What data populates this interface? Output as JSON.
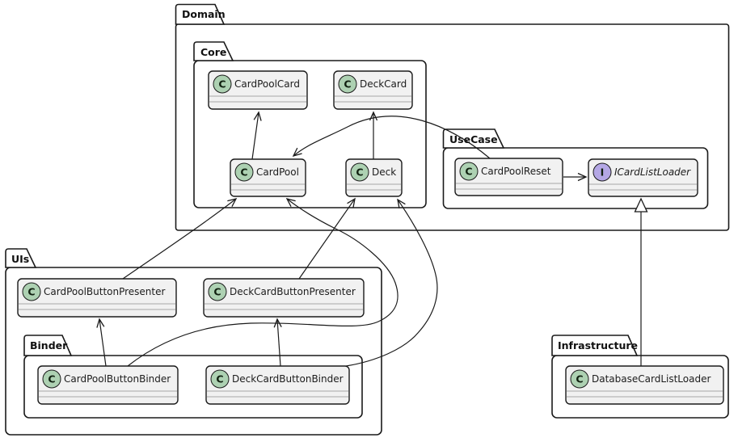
{
  "diagram": {
    "type": "uml-class-diagram",
    "packages": {
      "domain": {
        "label": "Domain"
      },
      "core": {
        "label": "Core"
      },
      "usecase": {
        "label": "UseCase"
      },
      "uis": {
        "label": "UIs"
      },
      "binder": {
        "label": "Binder"
      },
      "infrastructure": {
        "label": "Infrastructure"
      }
    },
    "classes": {
      "cardPoolCard": {
        "label": "CardPoolCard",
        "kind": "class",
        "letter": "C",
        "package": "Domain/Core"
      },
      "deckCard": {
        "label": "DeckCard",
        "kind": "class",
        "letter": "C",
        "package": "Domain/Core"
      },
      "cardPool": {
        "label": "CardPool",
        "kind": "class",
        "letter": "C",
        "package": "Domain/Core"
      },
      "deck": {
        "label": "Deck",
        "kind": "class",
        "letter": "C",
        "package": "Domain/Core"
      },
      "cardPoolReset": {
        "label": "CardPoolReset",
        "kind": "class",
        "letter": "C",
        "package": "Domain/UseCase"
      },
      "iCardListLoader": {
        "label": "ICardListLoader",
        "kind": "interface",
        "letter": "I",
        "package": "Domain/UseCase"
      },
      "cardPoolButtonPresenter": {
        "label": "CardPoolButtonPresenter",
        "kind": "class",
        "letter": "C",
        "package": "UIs"
      },
      "deckCardButtonPresenter": {
        "label": "DeckCardButtonPresenter",
        "kind": "class",
        "letter": "C",
        "package": "UIs"
      },
      "cardPoolButtonBinder": {
        "label": "CardPoolButtonBinder",
        "kind": "class",
        "letter": "C",
        "package": "UIs/Binder"
      },
      "deckCardButtonBinder": {
        "label": "DeckCardButtonBinder",
        "kind": "class",
        "letter": "C",
        "package": "UIs/Binder"
      },
      "databaseCardListLoader": {
        "label": "DatabaseCardListLoader",
        "kind": "class",
        "letter": "C",
        "package": "Infrastructure"
      }
    },
    "relations": [
      {
        "from": "CardPool",
        "to": "CardPoolCard",
        "type": "arrow"
      },
      {
        "from": "Deck",
        "to": "DeckCard",
        "type": "arrow"
      },
      {
        "from": "CardPoolReset",
        "to": "ICardListLoader",
        "type": "arrow"
      },
      {
        "from": "CardPoolReset",
        "to": "CardPool",
        "type": "arrow"
      },
      {
        "from": "CardPoolButtonPresenter",
        "to": "CardPool",
        "type": "arrow"
      },
      {
        "from": "DeckCardButtonPresenter",
        "to": "Deck",
        "type": "arrow"
      },
      {
        "from": "CardPoolButtonBinder",
        "to": "CardPoolButtonPresenter",
        "type": "arrow"
      },
      {
        "from": "DeckCardButtonBinder",
        "to": "DeckCardButtonPresenter",
        "type": "arrow"
      },
      {
        "from": "CardPoolButtonBinder",
        "to": "CardPool",
        "type": "arrow"
      },
      {
        "from": "DeckCardButtonBinder",
        "to": "Deck",
        "type": "arrow"
      },
      {
        "from": "DatabaseCardListLoader",
        "to": "ICardListLoader",
        "type": "realization"
      }
    ],
    "colors": {
      "background": "#FFFFFF",
      "border": "#1A1A1A",
      "box_fill": "#F1F1F1",
      "class_spot": "#ADD1B2",
      "interface_spot": "#B4A7E5",
      "separator": "#A6A6A6"
    }
  }
}
